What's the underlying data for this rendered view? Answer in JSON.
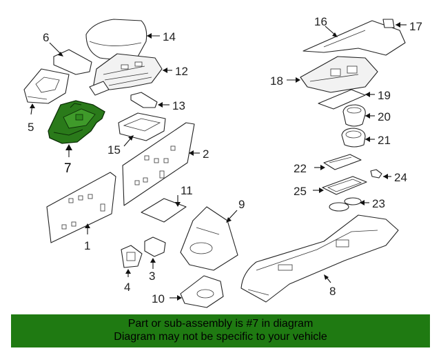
{
  "highlight_color": "#2a7a1a",
  "banner": {
    "background": "#1f7a12",
    "line1": "Part or sub-assembly is #7 in diagram",
    "line2": "Diagram may not be specific to your vehicle"
  },
  "callouts": {
    "c1": "1",
    "c2": "2",
    "c3": "3",
    "c4": "4",
    "c5": "5",
    "c6": "6",
    "c7": "7",
    "c8": "8",
    "c9": "9",
    "c10": "10",
    "c11": "11",
    "c12": "12",
    "c13": "13",
    "c14": "14",
    "c15": "15",
    "c16": "16",
    "c17": "17",
    "c18": "18",
    "c19": "19",
    "c20": "20",
    "c21": "21",
    "c22": "22",
    "c23": "23",
    "c24": "24",
    "c25": "25"
  },
  "highlighted_part": "7"
}
